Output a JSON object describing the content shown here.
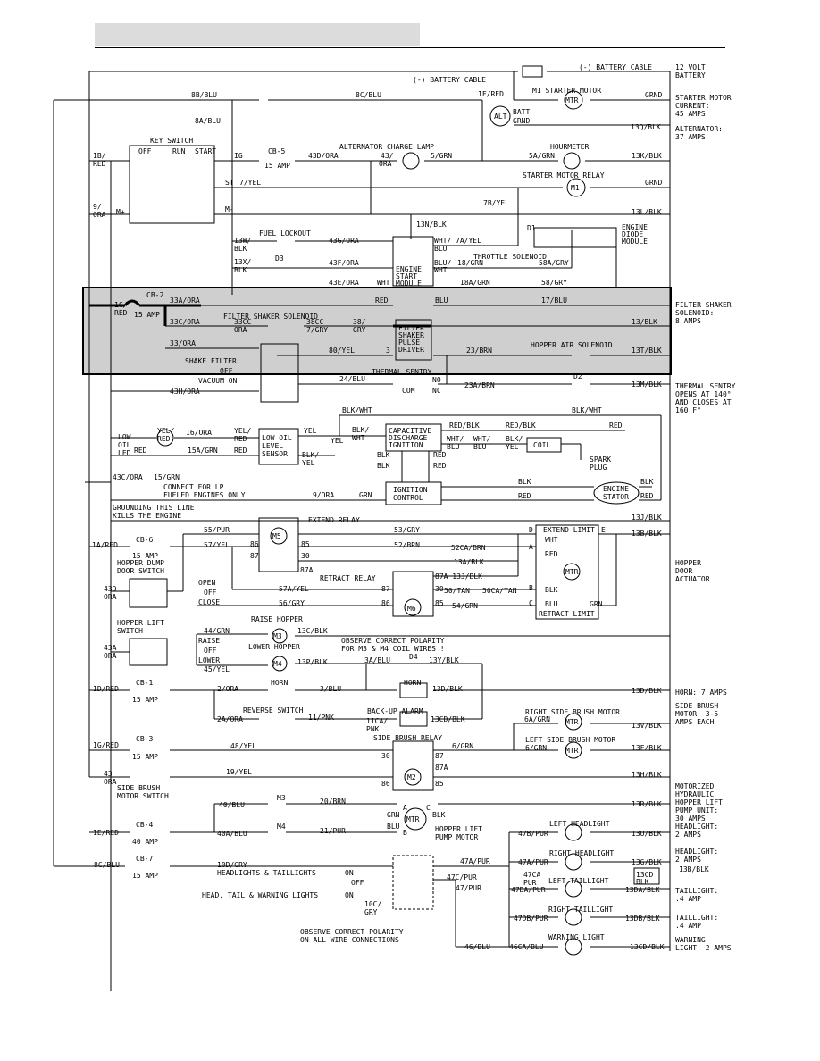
{
  "header": {
    "title": ""
  },
  "notes": {
    "battery": [
      "12 VOLT",
      "BATTERY"
    ],
    "starter": [
      "STARTER MOTOR",
      "CURRENT:",
      "45 AMPS"
    ],
    "alternator": [
      "ALTERNATOR:",
      "37 AMPS"
    ],
    "filter_shaker": [
      "FILTER SHAKER",
      "SOLENOID:",
      "8 AMPS"
    ],
    "thermal": [
      "THERMAL SENTRY",
      "OPENS AT 140°",
      "AND CLOSES AT",
      "160 F°"
    ],
    "hopper_door": [
      "HOPPER",
      "DOOR",
      "ACTUATOR"
    ],
    "horn": [
      "HORN: 7 AMPS"
    ],
    "side_brush": [
      "SIDE BRUSH",
      "MOTOR: 3-5",
      "AMPS EACH"
    ],
    "hydraulic": [
      "MOTORIZED",
      "HYDRAULIC",
      "HOPPER LIFT",
      "PUMP UNIT:",
      "30 AMPS"
    ],
    "headlight1": [
      "HEADLIGHT:",
      "2 AMPS"
    ],
    "headlight2": [
      "HEADLIGHT:",
      "2 AMPS"
    ],
    "taillight1": [
      "TAILLIGHT:",
      ".4 AMP"
    ],
    "taillight2": [
      "TAILLIGHT:",
      ".4 AMP"
    ],
    "warning": [
      "WARNING",
      "LIGHT: 2 AMPS"
    ]
  },
  "labels": {
    "neg_batt_cable": "(-) BATTERY CABLE",
    "pos_batt_cable": "(-) BATTERY CABLE",
    "w8b": "8B/BLU",
    "w8c": "8C/BLU",
    "w8a": "8A/BLU",
    "w1f": "1F/RED",
    "m1_starter": "M1 STARTER MOTOR",
    "grnd1": "GRND",
    "batt": "BATT",
    "grnd_alt": "GRND",
    "w13q": "13Q/BLK",
    "key_switch": "KEY SWITCH",
    "off": "OFF",
    "run": "RUN",
    "start": "START",
    "w1b": "1B/",
    "red": "RED",
    "ig": "IG",
    "cb5": "CB-5",
    "amp15a": "15 AMP",
    "w43d_ora": "43D/ORA",
    "alt_lamp": "ALTERNATOR CHARGE LAMP",
    "w43": "43/",
    "ora": "ORA",
    "w5grn": "5/GRN",
    "hourmeter": "HOURMETER",
    "w5a": "5A/GRN",
    "w13k": "13K/BLK",
    "st": "ST",
    "w7yel": "7/YEL",
    "starter_relay": "STARTER MOTOR RELAY",
    "m1": "M1",
    "grnd2": "GRND",
    "w9": "9/",
    "w9ora": "ORA",
    "m_plus": "M+",
    "m_minus": "M-",
    "w7b": "7B/YEL",
    "w13l": "13L/BLK",
    "w13n": "13N/BLK",
    "d1": "D1",
    "engine_diode": [
      "ENGINE",
      "DIODE",
      "MODULE"
    ],
    "fuel_lockout": "FUEL LOCKOUT",
    "w13w": "13W/",
    "blk": "BLK",
    "w43g": "43G/ORA",
    "wht_blu": "WHT/",
    "blu": "BLU",
    "w7a": "7A/YEL",
    "throttle": "THROTTLE SOLENOID",
    "w13x": "13X/",
    "d3": "D3",
    "w43f": "43F/ORA",
    "esm": [
      "ENGINE",
      "START",
      "MODULE"
    ],
    "blu_wht": "BLU/",
    "wht": "WHT",
    "w18": "18/GRN",
    "w58a": "58A/GRY",
    "w43e": "43E/ORA",
    "w18a": "18A/GRN",
    "w58": "58/GRY",
    "w1c": "1C/",
    "cb2": "CB-2",
    "amp15b": "15 AMP",
    "w33a": "33A/ORA",
    "red2": "RED",
    "blu2": "BLU",
    "w17": "17/BLU",
    "fs_sol": "FILTER SHAKER SOLENOID",
    "w33c": "33C/ORA",
    "w33cc": "33CC",
    "ora2": "ORA",
    "w38cc": "38CC",
    "gry": "7/GRY",
    "w38": "38/",
    "gry2": "GRY",
    "w13blk": "13/BLK",
    "fspd": [
      "FILTER",
      "SHAKER",
      "PULSE",
      "DRIVER"
    ],
    "w33": "33/ORA",
    "w80": "80/YEL",
    "n3": "3",
    "w23": "23/BRN",
    "hopper_air": "HOPPER AIR SOLENOID",
    "w13t": "13T/BLK",
    "shake_filter": "SHAKE FILTER",
    "off2": "OFF",
    "vacuum_on": "VACUUM ON",
    "thermal_sentry": "THERMAL SENTRY",
    "no": "NO",
    "com": "COM",
    "nc": "NC",
    "w24": "24/BLU",
    "w23a": "23A/BRN",
    "d2": "D2",
    "w13m": "13M/BLK",
    "w43h": "43H/ORA",
    "blk_wht": "BLK/WHT",
    "blk_wht2": "BLK/WHT",
    "low_oil_led": [
      "LOW",
      "OIL",
      "LED"
    ],
    "yel": "YEL/",
    "w16": "16/ORA",
    "yel_red": "YEL/",
    "red3": "RED",
    "los": [
      "LOW OIL",
      "LEVEL",
      "SENSOR"
    ],
    "yel2": "YEL",
    "blk_wht3": "BLK/",
    "wht3": "WHT",
    "yel3": "YEL",
    "cdi": [
      "CAPACITIVE",
      "DISCHARGE",
      "IGNITION"
    ],
    "red_blk": "RED/BLK",
    "red_blk2": "RED/BLK",
    "red4": "RED",
    "w15a": "15A/GRN",
    "red5": "RED",
    "blk_yel": "BLK/",
    "yel4": "YEL",
    "whtblu1": "WHT/",
    "blu3": "BLU",
    "whtblu2": "WHT/",
    "blu4": "BLU",
    "blkyel": "BLK/",
    "yel5": "YEL",
    "coil": "COIL",
    "spark": [
      "SPARK",
      "PLUG"
    ],
    "blk2": "BLK",
    "blk3": "BLK",
    "red6": "RED",
    "red7": "RED",
    "w43c": "43C/ORA",
    "w15grn": "15/GRN",
    "lp": [
      "CONNECT FOR LP",
      "FUELED ENGINES ONLY"
    ],
    "w9ora2": "9/ORA",
    "grn": "GRN",
    "ign_ctrl": [
      "IGNITION",
      "CONTROL"
    ],
    "blk4": "BLK",
    "red8": "RED",
    "eng_stator": [
      "ENGINE",
      "STATOR"
    ],
    "blk5": "BLK",
    "red9": "RED",
    "grounding": [
      "GROUNDING THIS LINE",
      "KILLS THE ENGINE"
    ],
    "w13j": "13J/BLK",
    "extend_relay": "EXTEND RELAY",
    "w55": "55/PUR",
    "m5": "M5",
    "w53": "53/GRY",
    "w13b": "13B/BLK",
    "d_term": "D",
    "extend_limit": "EXTEND LIMIT",
    "e_term": "E",
    "w1a": "1A/RED",
    "cb6": "CB-6",
    "amp15c": "15 AMP",
    "w57": "57/YEL",
    "n86": "86",
    "n85": "85",
    "w52": "52/BRN",
    "w52ca": "52CA/BRN",
    "a_term": "A",
    "wht4": "WHT",
    "n87": "87",
    "n30": "30",
    "w13a": "13A/BLK",
    "red10": "RED",
    "n87a": "87A",
    "hopper_dump": [
      "HOPPER DUMP",
      "DOOR SWITCH"
    ],
    "retract_relay": "RETRACT RELAY",
    "w87a13j": "87A 13J/BLK",
    "open": "OPEN",
    "off3": "OFF",
    "close": "CLOSE",
    "w43d": "43D",
    "w57a": "57A/YEL",
    "n87b": "87",
    "n30b": "30",
    "w50": "50/TAN",
    "w50ca": "50CA/TAN",
    "b_term": "B",
    "blk6": "BLK",
    "w56": "56/GRY",
    "n86b": "86",
    "m6": "M6",
    "n85b": "85",
    "w54": "54/GRN",
    "c_term": "C",
    "blu5": "BLU",
    "grn2": "GRN",
    "retract_limit": "RETRACT LIMIT",
    "hopper_lift": [
      "HOPPER LIFT",
      "SWITCH"
    ],
    "raise_hopper": "RAISE HOPPER",
    "w44": "44/GRN",
    "m3": "M3",
    "w13c": "13C/BLK",
    "raise": "RAISE",
    "off4": "OFF",
    "lower": "LOWER",
    "lower_hopper": "LOWER HOPPER",
    "w43a": "43A",
    "ora3": "ORA",
    "polarity": [
      "OBSERVE CORRECT POLARITY",
      "FOR M3 & M4 COIL WIRES !"
    ],
    "w45": "45/YEL",
    "m4": "M4",
    "w13p": "13P/BLK",
    "w3a": "3A/BLU",
    "d4": "D4",
    "w13y": "13Y/BLK",
    "w1d": "1D/RED",
    "cb1": "CB-1",
    "amp15d": "15 AMP",
    "w2": "2/ORA",
    "horn": "HORN",
    "w3": "3/BLU",
    "horn2": "HORN",
    "w13d": "13D/BLK",
    "w13d2": "13D/BLK",
    "rev_switch": "REVERSE SWITCH",
    "w2a": "2A/ORA",
    "w11": "11/PNK",
    "backup": "BACK-UP ALARM",
    "w11ca": "11CA/",
    "pnk": "PNK",
    "w13cd": "13CD/BLK",
    "rsb": "RIGHT SIDE BRUSH MOTOR",
    "w6a": "6A/GRN",
    "w13v": "13V/BLK",
    "lsb": "LEFT SIDE BRUSH MOTOR",
    "w6grn": "6/GRN",
    "w1g": "1G/RED",
    "cb3": "CB-3",
    "amp15e": "15 AMP",
    "w48": "48/YEL",
    "sb_relay": "SIDE BRUSH RELAY",
    "w6": "6/GRN",
    "w13f": "13F/BLK",
    "n30c": "30",
    "n87c": "87",
    "n87ac": "87A",
    "w43b": "43",
    "ora4": "ORA",
    "w19": "19/YEL",
    "n86c": "86",
    "m2": "M2",
    "n85c": "85",
    "w13h": "13H/BLK",
    "sb_switch": [
      "SIDE BRUSH",
      "MOTOR SWITCH"
    ],
    "w40": "40/BLU",
    "m3b": "M3",
    "w20": "20/BRN",
    "w13r": "13R/BLK",
    "grn3": "GRN",
    "a2": "A",
    "c2": "C",
    "blk7": "BLK",
    "w1e": "1E/RED",
    "cb4": "CB-4",
    "amp40": "40 AMP",
    "w40a": "40A/BLU",
    "m4b": "M4",
    "w21": "21/PUR",
    "blu6": "BLU",
    "b2": "B",
    "hlpm": [
      "HOPPER LIFT",
      "PUMP MOTOR"
    ],
    "w8c2": "8C/BLU",
    "cb7": "CB-7",
    "amp15f": "15 AMP",
    "w10d": "10D/GRY",
    "hl_tl": "HEADLIGHTS & TAILLIGHTS",
    "on": "ON",
    "off5": "OFF",
    "htw": "HEAD, TAIL & WARNING LIGHTS",
    "on2": "ON",
    "w10c": "10C/",
    "gry3": "GRY",
    "w47a": "47A/PUR",
    "w47c": "47C/PUR",
    "w47": "47/PUR",
    "lhl": "LEFT HEADLIGHT",
    "w47b": "47B/PUR",
    "w13u": "13U/BLK",
    "rhl": "RIGHT HEADLIGHT",
    "w47a2": "47A/PUR",
    "w13g": "13G/BLK",
    "w13b2": "13B/BLK",
    "w47ca": "47CA",
    "pur": "PUR",
    "ltl": "LEFT TAILLIGHT",
    "w13cd2": "13CD",
    "blk8": "BLK",
    "w47da": "47DA/PUR",
    "w13da": "13DA/BLK",
    "rtl": "RIGHT TAILLIGHT",
    "w47db": "47DB/PUR",
    "w13db": "13DB/BLK",
    "polarity2": [
      "OBSERVE CORRECT POLARITY",
      "ON ALL WIRE CONNECTIONS"
    ],
    "warn_light": "WARNING LIGHT",
    "w46": "46/BLU",
    "w46ca": "46CA/BLU",
    "w13cd3": "13CD/BLK",
    "mtr": "MTR",
    "alt": "ALT",
    "plus": "+",
    "minus": "-",
    "batt_neg": "(-) BATTERY CABLE"
  }
}
